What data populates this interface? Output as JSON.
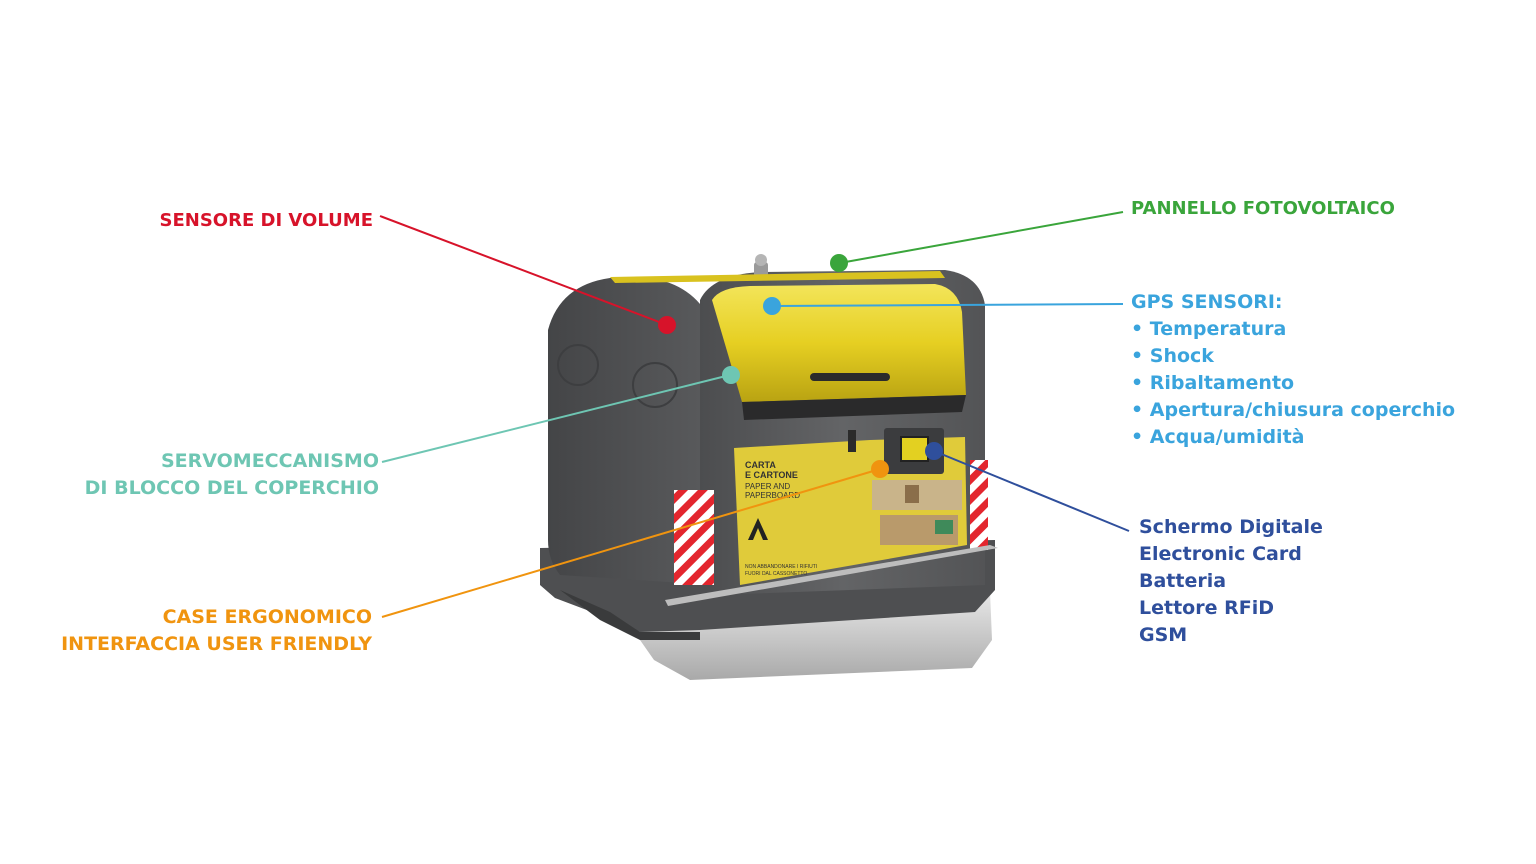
{
  "colors": {
    "volume": "#d7132a",
    "solar": "#3aa53b",
    "gps": "#3aa4dd",
    "servo": "#6ec6b3",
    "case": "#f0940f",
    "screen": "#2f4f9c",
    "body_gray": "#5b5c5e",
    "lid_yellow": "#e8d12a"
  },
  "callouts": {
    "volume": {
      "lines": [
        "SENSORE DI VOLUME"
      ]
    },
    "solar": {
      "lines": [
        "PANNELLO FOTOVOLTAICO"
      ]
    },
    "gps": {
      "lines": [
        "GPS SENSORI:",
        "• Temperatura",
        "• Shock",
        "• Ribaltamento",
        "• Apertura/chiusura coperchio",
        "• Acqua/umidità"
      ]
    },
    "servo": {
      "lines": [
        "SERVOMECCANISMO",
        "DI BLOCCO DEL COPERCHIO"
      ]
    },
    "case": {
      "lines": [
        "CASE ERGONOMICO",
        "INTERFACCIA USER FRIENDLY"
      ]
    },
    "screen": {
      "lines": [
        "Schermo Digitale",
        "Electronic Card",
        "Batteria",
        "Lettore RFiD",
        "GSM"
      ]
    }
  },
  "sticker": {
    "title_lines": [
      "CARTA",
      "E CARTONE"
    ],
    "subtitle_lines": [
      "PAPER AND",
      "PAPERBOARD"
    ],
    "footer_lines": [
      "NON ABBANDONARE I RIFIUTI",
      "FUORI DAL CASSONETTO"
    ]
  }
}
